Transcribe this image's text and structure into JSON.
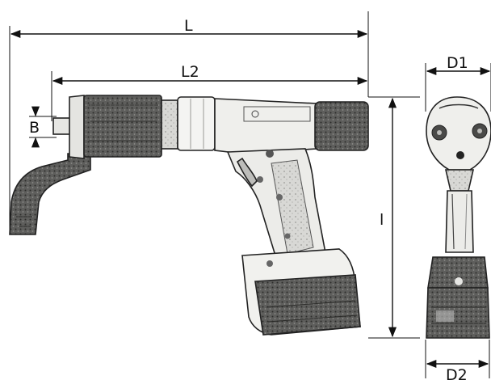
{
  "diagram": {
    "labels": {
      "L": "L",
      "L2": "L2",
      "B": "B",
      "l": "l",
      "D1": "D1",
      "D2": "D2"
    },
    "colors": {
      "line": "#111111",
      "body_light": "#f1f1ef",
      "body_mid": "#c9c9c6",
      "body_dark": "#6e6e6c",
      "shade_darker": "#3a3a38"
    }
  }
}
